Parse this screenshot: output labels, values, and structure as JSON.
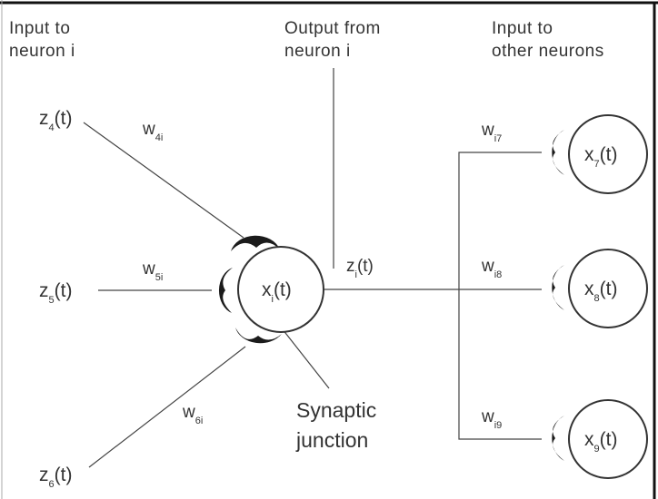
{
  "headers": {
    "input_line1": "Input to",
    "input_line2": "neuron i",
    "output_line1": "Output from",
    "output_line2": "neuron i",
    "other_line1": "Input to",
    "other_line2": "other neurons"
  },
  "inputs": [
    {
      "main": "z",
      "sub": "4",
      "tail": "(t)"
    },
    {
      "main": "z",
      "sub": "5",
      "tail": "(t)"
    },
    {
      "main": "z",
      "sub": "6",
      "tail": "(t)"
    }
  ],
  "weights_in": [
    {
      "main": "w",
      "sub": "4i"
    },
    {
      "main": "w",
      "sub": "5i"
    },
    {
      "main": "w",
      "sub": "6i"
    }
  ],
  "neuron_i": {
    "main": "x",
    "sub": "i",
    "tail": "(t)"
  },
  "output": {
    "main": "z",
    "sub": "i",
    "tail": "(t)"
  },
  "weights_out": [
    {
      "main": "w",
      "sub": "i7"
    },
    {
      "main": "w",
      "sub": "i8"
    },
    {
      "main": "w",
      "sub": "i9"
    }
  ],
  "targets": [
    {
      "main": "x",
      "sub": "7",
      "tail": "(t)"
    },
    {
      "main": "x",
      "sub": "8",
      "tail": "(t)"
    },
    {
      "main": "x",
      "sub": "9",
      "tail": "(t)"
    }
  ],
  "synapse_label": {
    "line1": "Synaptic",
    "line2": "junction"
  }
}
